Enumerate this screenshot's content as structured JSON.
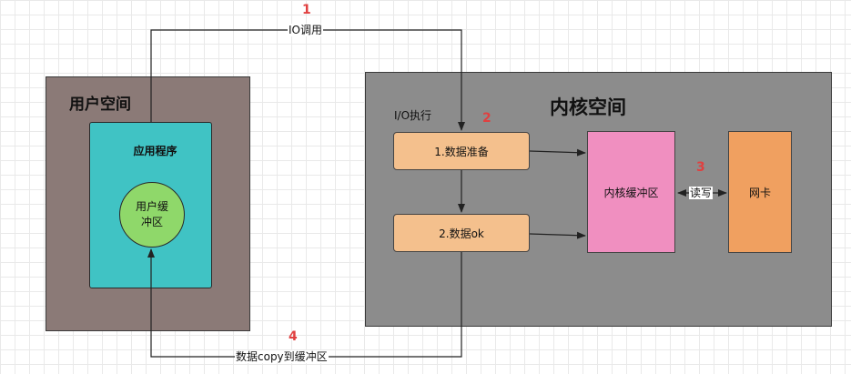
{
  "user_space": {
    "title": "用户空间"
  },
  "kernel_space": {
    "title": "内核空间",
    "io_exec_label": "I/O执行"
  },
  "app": {
    "label": "应用程序",
    "buffer_label": "用户缓冲区"
  },
  "kernel": {
    "data_prepare": "1.数据准备",
    "data_ok": "2.数据ok",
    "buffer": "内核缓冲区",
    "nic": "网卡"
  },
  "edges": {
    "io_call": "IO调用",
    "read_write": "读写",
    "copy": "数据copy到缓冲区"
  },
  "steps": [
    "1",
    "2",
    "3",
    "4"
  ],
  "colors": {
    "user_space": "#8b7a77",
    "kernel_space": "#8c8c8c",
    "app": "#40c3c4",
    "user_buffer": "#8fd86a",
    "process_box": "#f4c08d",
    "kernel_buffer": "#f08fc0",
    "nic": "#f0a060",
    "step_number": "#e04040"
  }
}
